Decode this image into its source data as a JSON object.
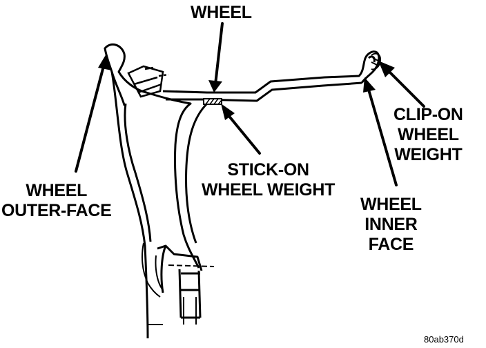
{
  "labels": {
    "wheel": "WHEEL",
    "clip_on": [
      "CLIP-ON",
      "WHEEL",
      "WEIGHT"
    ],
    "stick_on": [
      "STICK-ON",
      "WHEEL WEIGHT"
    ],
    "outer_face": [
      "WHEEL",
      "OUTER-FACE"
    ],
    "inner_face": [
      "WHEEL",
      "INNER",
      "FACE"
    ]
  },
  "figure_ref": "80ab370d",
  "colors": {
    "ink": "#000000",
    "paper": "#ffffff"
  }
}
